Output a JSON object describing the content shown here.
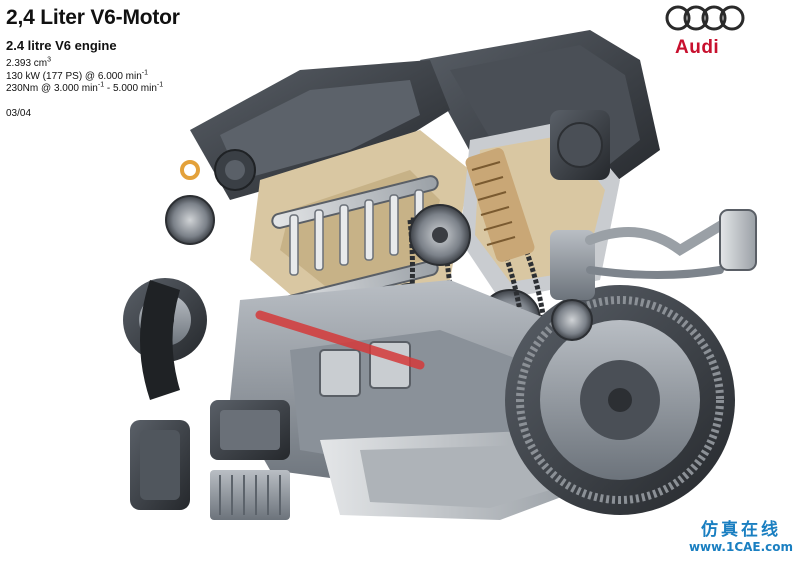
{
  "header": {
    "title": "2,4 Liter V6-Motor",
    "subtitle": "2.4 litre V6 engine",
    "displacement_value": "2.393 cm",
    "displacement_exp": "3",
    "power_value": "130 kW (177 PS) @ 6.000 min",
    "power_exp": "-1",
    "torque_value": "230Nm @ 3.000 min",
    "torque_exp1": "-1",
    "torque_sep": " -  5.000 min",
    "torque_exp2": "-1",
    "date": "03/04"
  },
  "brand": {
    "name": "Audi",
    "color": "#c8102e",
    "rings_color": "#2a2a2a"
  },
  "watermark": {
    "chinese": "仿真在线",
    "url": "www.1CAE.com",
    "color": "#1a7fc1"
  },
  "illustration": {
    "subject": "cutaway-v6-engine",
    "accent_red": "#d43a3a",
    "metal_dark": "#3c4046",
    "metal_mid": "#7d848c",
    "metal_light": "#c8ccd0",
    "cutaway_tan": "#d9c7a2"
  }
}
